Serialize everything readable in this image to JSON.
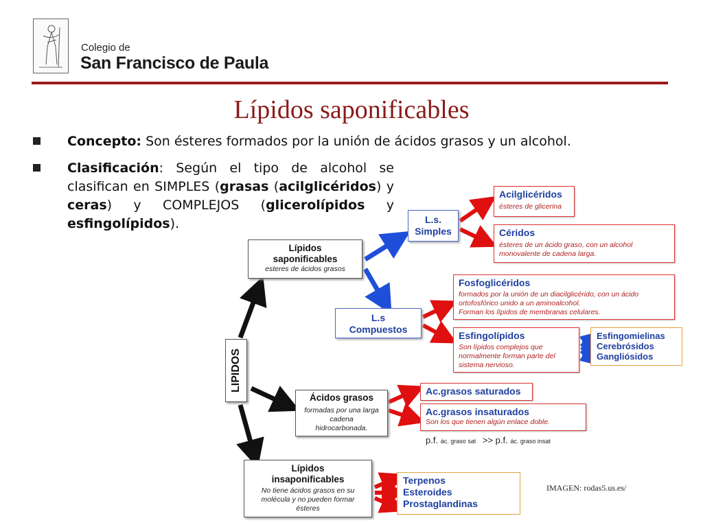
{
  "header": {
    "school_prefix": "Colegio de",
    "school_name": "San Francisco de Paula"
  },
  "title": "Lípidos saponificables",
  "bullets": {
    "concepto": {
      "label": "Concepto:",
      "text": "Son ésteres formados por la unión de ácidos grasos y un alcohol."
    },
    "clasificacion": {
      "label": "Clasificación",
      "t1": ": Según el tipo de alcohol se clasifican en SIMPLES (",
      "b1": "grasas",
      "t2": " (",
      "b2": "acilglicéridos",
      "t3": ") y ",
      "b3": "ceras",
      "t4": ") y COMPLEJOS (",
      "b4": "glicerolípidos",
      "t5": " y ",
      "b5": "esfingolípidos",
      "t6": ")."
    }
  },
  "diagram": {
    "root": "LIPIDOS",
    "saponificables": {
      "title1": "Lípidos",
      "title2": "saponificables",
      "desc": "esteres de ácidos grasos"
    },
    "ls_simples": {
      "l1": "L.s.",
      "l2": "Simples"
    },
    "ls_compuestos": {
      "l1": "L.s",
      "l2": "Compuestos"
    },
    "acilgliceridos": {
      "title": "Acilglicéridos",
      "desc": "ésteres de glicerina"
    },
    "ceridos": {
      "title": "Céridos",
      "desc1": "ésteres de un ácido graso, con un alcohol",
      "desc2": "monovalente de cadena larga."
    },
    "fosfogliceridos": {
      "title": "Fosfoglicéridos",
      "desc1": "formados por la unión de un diacilglicérido, con un ácido",
      "desc2": "ortofosfórico unido a un aminoalcohol.",
      "desc3": "Forman los lípidos de membranas celulares."
    },
    "esfingolipidos": {
      "title": "Esfingolípidos",
      "desc1": "Son lípidos complejos que",
      "desc2": "normalmente forman parte del",
      "desc3": "sistema nervioso."
    },
    "esfingo_types": [
      "Esfingomielinas",
      "Cerebrósidos",
      "Gangliósidos"
    ],
    "acidos_grasos": {
      "title": "Ácidos grasos",
      "desc1": "formadas por una larga",
      "desc2": "cadena",
      "desc3": "hidrocarbonada."
    },
    "saturados": {
      "title": "Ac.grasos saturados"
    },
    "insaturados": {
      "title": "Ac.grasos insaturados",
      "desc": "Son los que tienen algún enlace doble."
    },
    "pf": {
      "a": "p.f.",
      "sub_a": "ác. graso sat",
      "mid": ">> p.f.",
      "sub_b": "ác. graso insat"
    },
    "insaponificables": {
      "title1": "Lípidos",
      "title2": "insaponificables",
      "desc1": "No tiene ácidos grasos en su",
      "desc2": "molécula y no pueden formar",
      "desc3": "ésteres"
    },
    "insap_types": [
      "Terpenos",
      "Esteroides",
      "Prostaglandinas"
    ]
  },
  "credit": "IMAGEN: rodas5.us.es/",
  "colors": {
    "accent_title": "#8b1a1a",
    "rule": "#9b1b1b",
    "blue_text": "#1e3fa0",
    "red_box": "#dd3333",
    "orange_box": "#e3a03c"
  }
}
